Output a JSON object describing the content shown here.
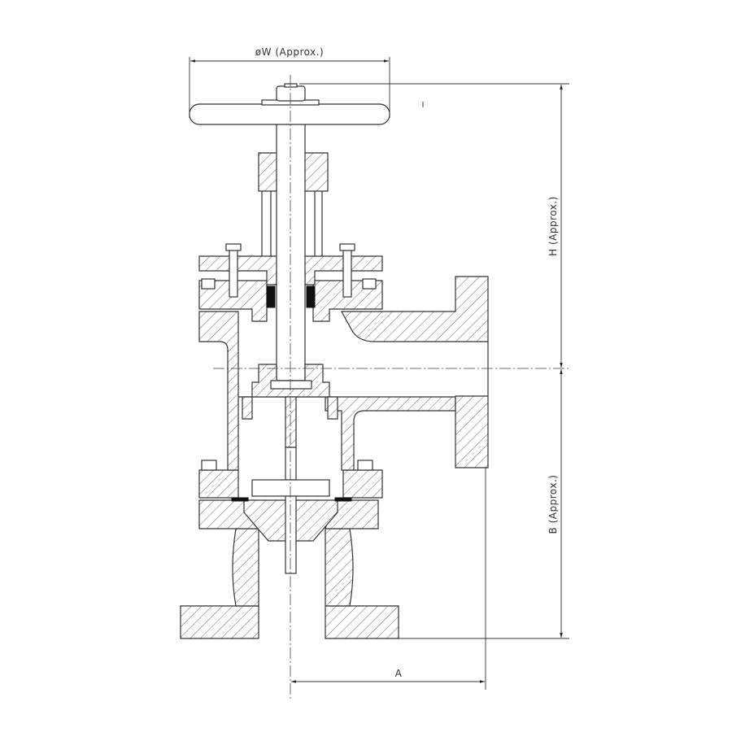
{
  "drawing": {
    "dimensions": {
      "handwheel_diameter": "øW (Approx.)",
      "height": "H (Approx.)",
      "body_height": "B (Approx.)",
      "center_to_face": "A"
    }
  }
}
